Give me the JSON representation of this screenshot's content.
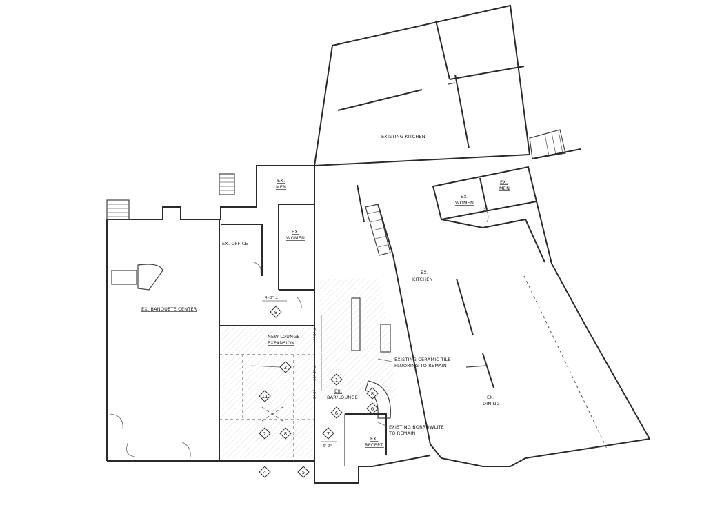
{
  "rooms": {
    "existing_kitchen": "EXISTING KITCHEN",
    "ex_men_upper": [
      "EX.",
      "MEN"
    ],
    "ex_women_upper": [
      "EX.",
      "WOMEN"
    ],
    "ex_men_right": [
      "EX.",
      "MEN"
    ],
    "ex_women_right": [
      "EX.",
      "WOMEN"
    ],
    "ex_office": "EX. OFFICE",
    "ex_kitchen": [
      "EX.",
      "KITCHEN"
    ],
    "ex_banquete_center": "EX. BANQUETE CENTER",
    "new_lounge_expansion": [
      "NEW LOUNGE",
      "EXPANSION"
    ],
    "ex_bar_lounge": [
      "EX.",
      "BAR/LOUNGE"
    ],
    "ex_recept": [
      "EX.",
      "RECEPT."
    ],
    "ex_dining": [
      "EX.",
      "DINING"
    ]
  },
  "notes": {
    "ceramic_tile": [
      "EXISTING CERAMIC TILE",
      "FLOORING TO REMAIN"
    ],
    "borrowlite": [
      "EXISTING BORROWLITE",
      "TO REMAIN"
    ]
  },
  "dimensions": {
    "d1": "4'-8\" ±",
    "d2": "4'-0\" ±",
    "d3": "11'-0\" ±",
    "d4": "5'-0\"",
    "d5": "6'-2\""
  },
  "tags": [
    "8",
    "2",
    "1",
    "11",
    "2",
    "8",
    "4",
    "5",
    "6",
    "6",
    "7",
    "8"
  ]
}
